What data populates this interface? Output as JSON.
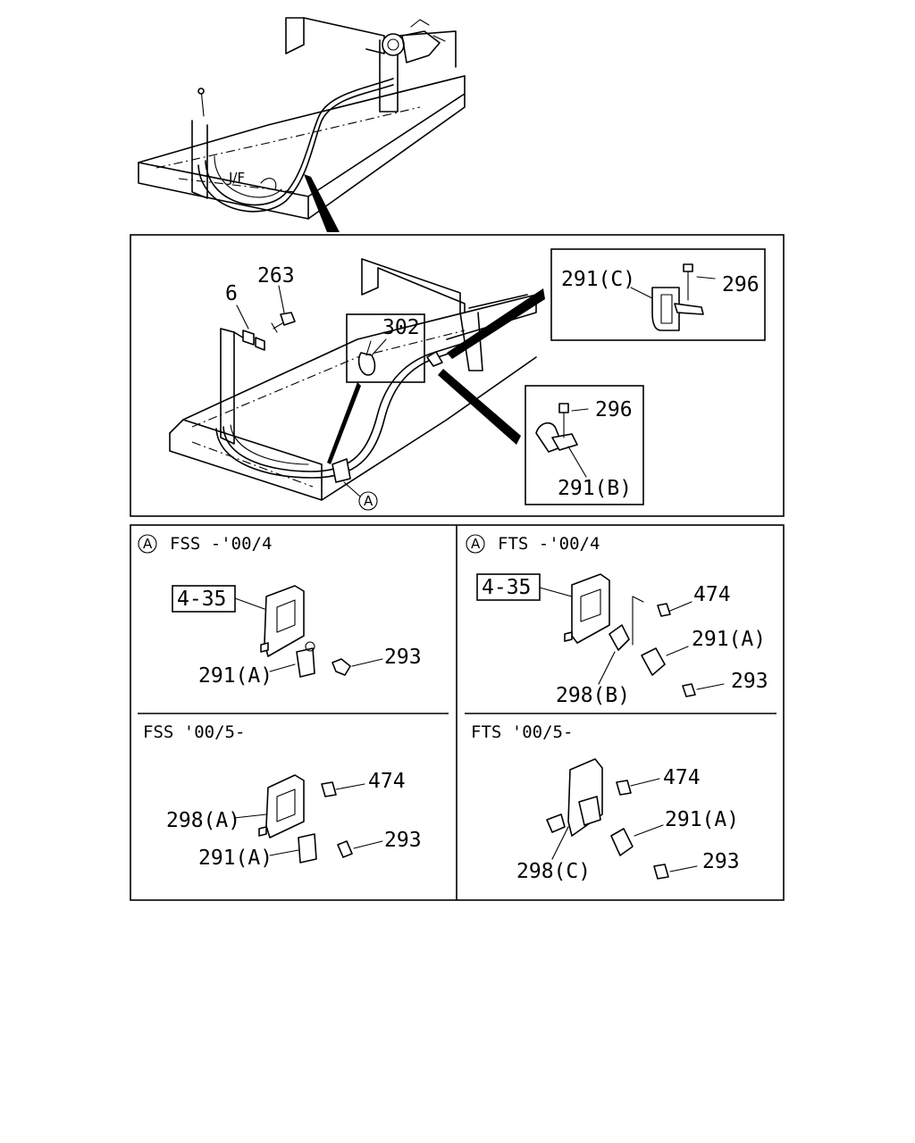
{
  "overview": {},
  "detail": {
    "labels": {
      "p6": "6",
      "p263": "263",
      "p302": "302",
      "p291c": "291(C)",
      "p296_top": "296",
      "p296_mid": "296",
      "p291b": "291(B)",
      "callout_a": "A"
    }
  },
  "panels": {
    "fss_early": {
      "marker": "A",
      "header": "FSS -'00/4",
      "ref_box": "4-35",
      "labels": {
        "p291a": "291(A)",
        "p293": "293"
      }
    },
    "fts_early": {
      "marker": "A",
      "header": "FTS -'00/4",
      "ref_box": "4-35",
      "labels": {
        "p474": "474",
        "p291a": "291(A)",
        "p298b": "298(B)",
        "p293": "293"
      }
    },
    "fss_late": {
      "header": "FSS '00/5-",
      "labels": {
        "p474": "474",
        "p298a": "298(A)",
        "p291a": "291(A)",
        "p293": "293"
      }
    },
    "fts_late": {
      "header": "FTS '00/5-",
      "labels": {
        "p474": "474",
        "p291a": "291(A)",
        "p298c": "298(C)",
        "p293": "293"
      }
    }
  }
}
